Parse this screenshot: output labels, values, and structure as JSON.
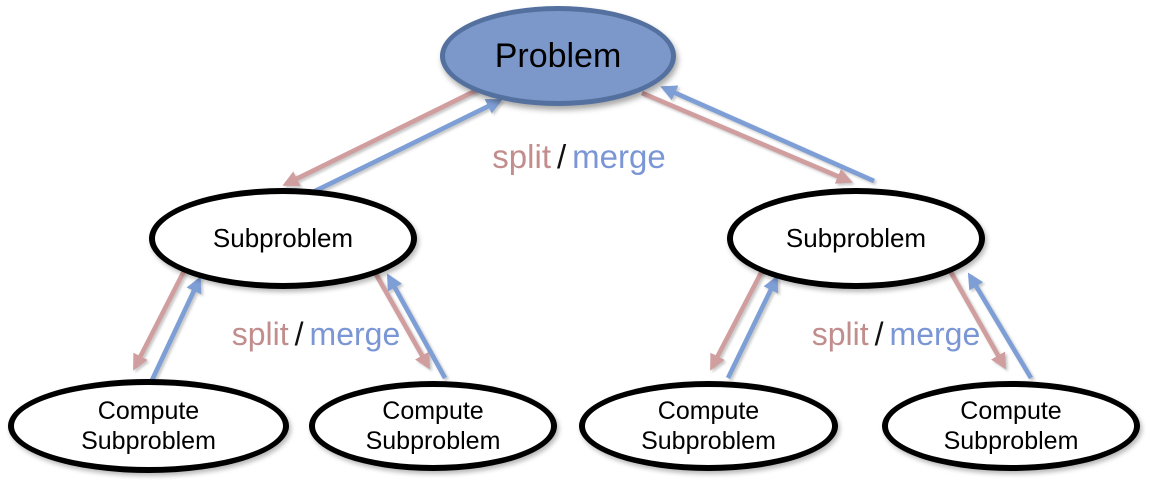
{
  "diagram": {
    "type": "divide-and-conquer-tree",
    "root_node": {
      "label": "Problem"
    },
    "mid_nodes": [
      {
        "label": "Subproblem"
      },
      {
        "label": "Subproblem"
      }
    ],
    "leaf_nodes": [
      {
        "line1": "Compute",
        "line2": "Subproblem"
      },
      {
        "line1": "Compute",
        "line2": "Subproblem"
      },
      {
        "line1": "Compute",
        "line2": "Subproblem"
      },
      {
        "line1": "Compute",
        "line2": "Subproblem"
      }
    ],
    "edge_labels": [
      {
        "split": "split",
        "slash": "/",
        "merge": "merge"
      },
      {
        "split": "split",
        "slash": "/",
        "merge": "merge"
      },
      {
        "split": "split",
        "slash": "/",
        "merge": "merge"
      }
    ],
    "edges": [
      {
        "type": "split",
        "from": "problem",
        "to": "subproblem-left",
        "direction": "down",
        "color": "#d09e9e"
      },
      {
        "type": "merge",
        "from": "subproblem-left",
        "to": "problem",
        "direction": "up",
        "color": "#7e9ed6"
      },
      {
        "type": "split",
        "from": "problem",
        "to": "subproblem-right",
        "direction": "down",
        "color": "#d09e9e"
      },
      {
        "type": "merge",
        "from": "subproblem-right",
        "to": "problem",
        "direction": "up",
        "color": "#7e9ed6"
      },
      {
        "type": "split",
        "from": "subproblem-left",
        "to": "compute-subproblem-1",
        "direction": "down",
        "color": "#d09e9e"
      },
      {
        "type": "merge",
        "from": "compute-subproblem-1",
        "to": "subproblem-left",
        "direction": "up",
        "color": "#7e9ed6"
      },
      {
        "type": "split",
        "from": "subproblem-left",
        "to": "compute-subproblem-2",
        "direction": "down",
        "color": "#d09e9e"
      },
      {
        "type": "merge",
        "from": "compute-subproblem-2",
        "to": "subproblem-left",
        "direction": "up",
        "color": "#7e9ed6"
      },
      {
        "type": "split",
        "from": "subproblem-right",
        "to": "compute-subproblem-3",
        "direction": "down",
        "color": "#d09e9e"
      },
      {
        "type": "merge",
        "from": "compute-subproblem-3",
        "to": "subproblem-right",
        "direction": "up",
        "color": "#7e9ed6"
      },
      {
        "type": "split",
        "from": "subproblem-right",
        "to": "compute-subproblem-4",
        "direction": "down",
        "color": "#d09e9e"
      },
      {
        "type": "merge",
        "from": "compute-subproblem-4",
        "to": "subproblem-right",
        "direction": "up",
        "color": "#7e9ed6"
      }
    ],
    "colors": {
      "split_arrow": "#d09e9e",
      "merge_arrow": "#7e9ed6",
      "split_label_text": "#c18d8d",
      "merge_label_text": "#7b96d5",
      "slash_text": "#111111",
      "problem_fill": "#7c98ca",
      "problem_stroke": "#54709f",
      "node_fill": "#ffffff",
      "node_stroke": "#000000",
      "background": "#ffffff"
    }
  }
}
